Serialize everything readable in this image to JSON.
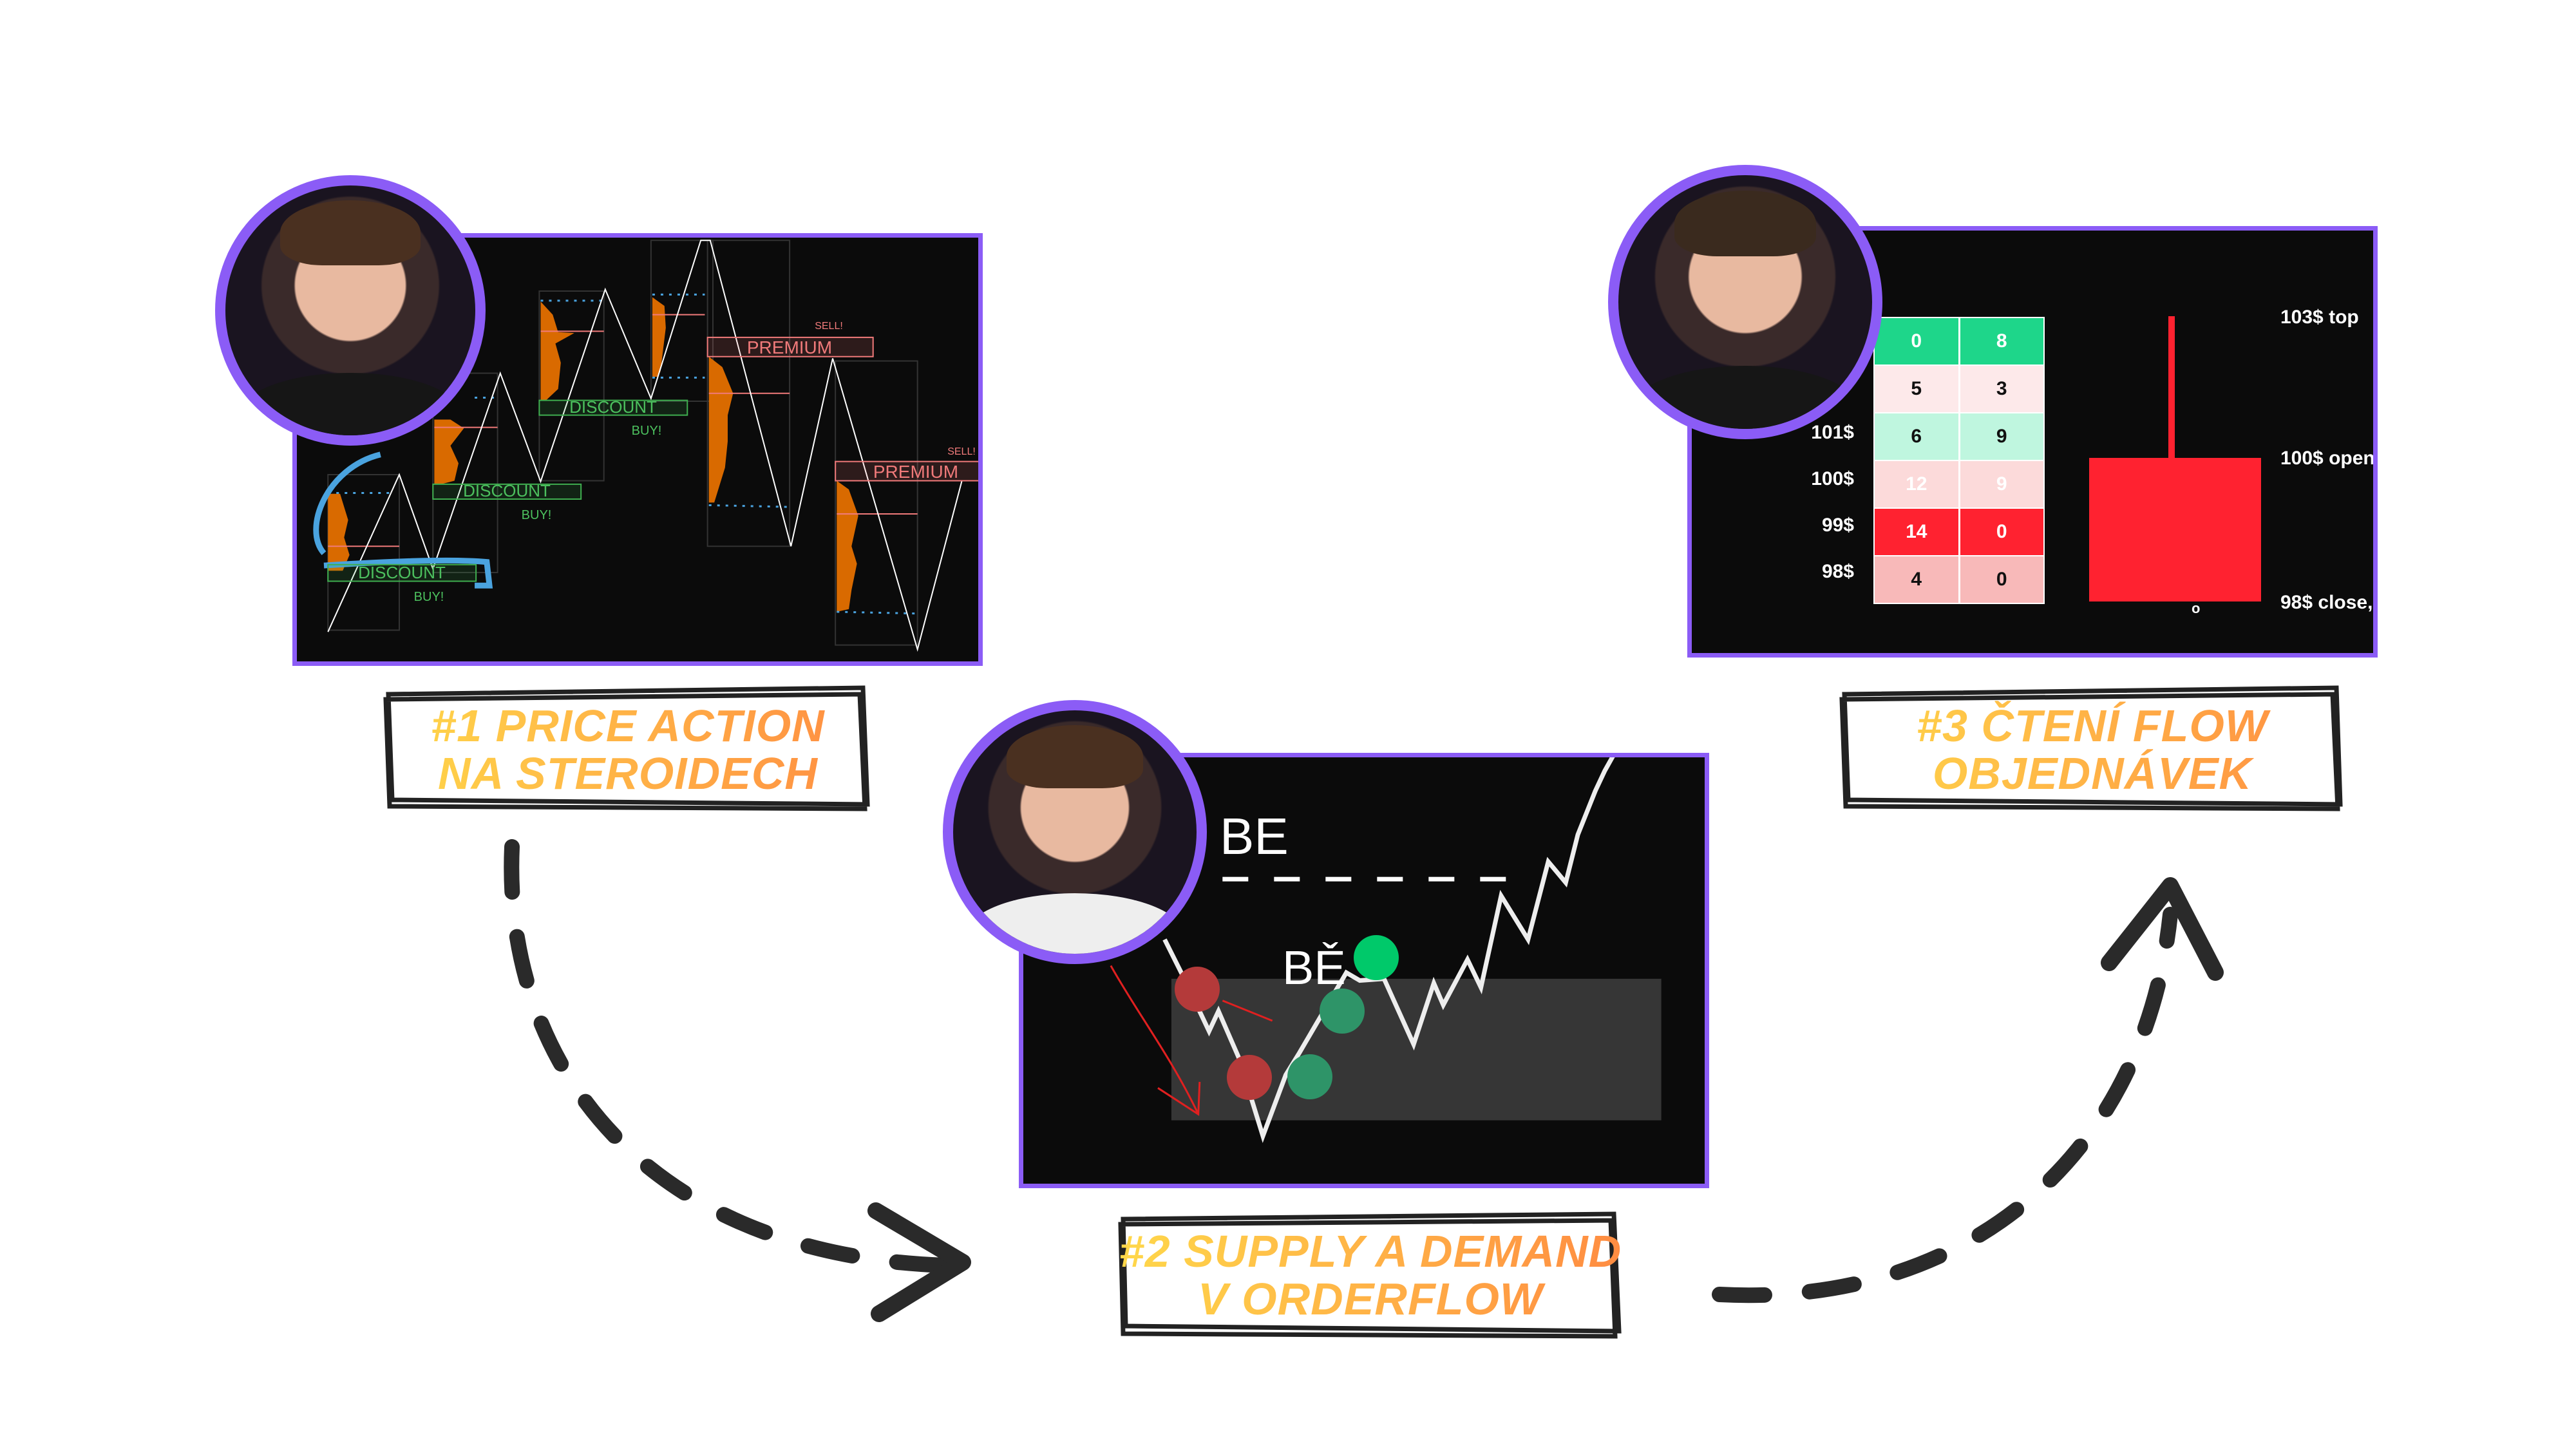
{
  "sections": [
    {
      "title_line1": "#1 Price Action",
      "title_line2": "na steroidech",
      "chart": {
        "discount_label": "DISCOUNT",
        "premium_label": "PREMIUM",
        "buy_label": "BUY!",
        "sell_label": "SELL!"
      }
    },
    {
      "title_line1": "#2 Supply a Demand",
      "title_line2": "v orderflow",
      "chart": {
        "be_label_top": "BE",
        "be_label_mid": "BĚ"
      }
    },
    {
      "title_line1": "#3 Čtení flow",
      "title_line2": "objednávek",
      "chart": {
        "price_labels": [
          "",
          "",
          "101$",
          "100$",
          "99$",
          "98$"
        ],
        "rows": [
          {
            "bid": "0",
            "ask": "8",
            "color": "#1ed68a",
            "text": "#ffffff"
          },
          {
            "bid": "5",
            "ask": "3",
            "color": "#fde9ea",
            "text": "#111111"
          },
          {
            "bid": "6",
            "ask": "9",
            "color": "#bff6df",
            "text": "#111111"
          },
          {
            "bid": "12",
            "ask": "9",
            "color": "#fcdada",
            "text": "#ffffff"
          },
          {
            "bid": "14",
            "ask": "0",
            "color": "#ff2230",
            "text": "#ffffff"
          },
          {
            "bid": "4",
            "ask": "0",
            "color": "#f8b9b9",
            "text": "#111111"
          }
        ],
        "candle_labels": [
          "103$ top",
          "100$ open",
          "98$ close,"
        ],
        "candle_marker": "o"
      }
    }
  ],
  "colors": {
    "accent": "#8b5cf6",
    "candle": "#ff2230",
    "discount": "#3fae4f",
    "premium": "#f07a7a",
    "profile": "#d96a00"
  }
}
